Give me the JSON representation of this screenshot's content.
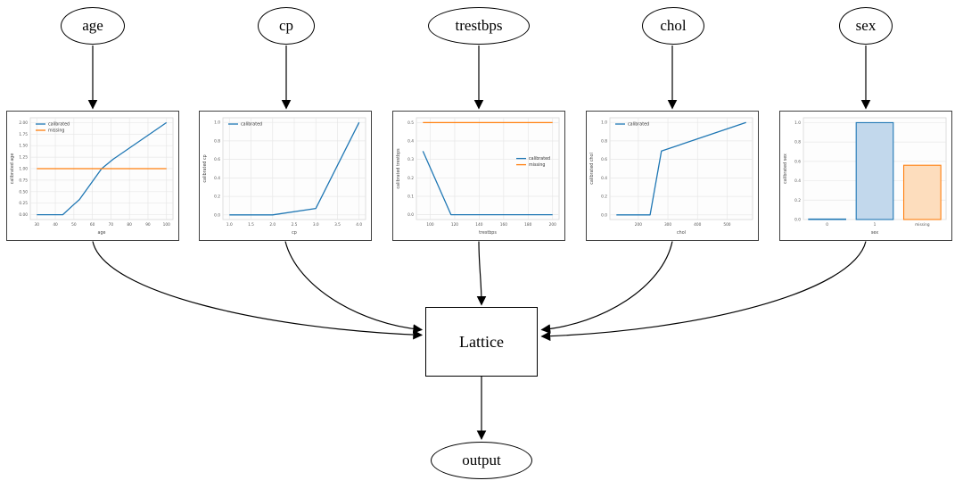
{
  "diagram": {
    "input_nodes": [
      {
        "label": "age"
      },
      {
        "label": "cp"
      },
      {
        "label": "trestbps"
      },
      {
        "label": "chol"
      },
      {
        "label": "sex"
      }
    ],
    "lattice_node_label": "Lattice",
    "output_node_label": "output"
  },
  "colors": {
    "calibrated": "#1f77b4",
    "missing": "#ff7f0e",
    "bar_fill_blue": "#c2d8ec",
    "bar_fill_orange": "#fdddbd",
    "edge": "#000000",
    "panel_border": "#404040",
    "grid": "#e7e7e7",
    "plot_frame": "#d6d6d6",
    "tick_text": "#555555",
    "label_text": "#444444"
  },
  "chart_data": [
    {
      "type": "line",
      "feature": "age",
      "xlabel": "age",
      "ylabel": "calibrated age",
      "xlim": [
        26.5,
        103.5
      ],
      "ylim": [
        -0.105,
        2.105
      ],
      "xticks": [
        30,
        40,
        50,
        60,
        70,
        80,
        90,
        100
      ],
      "xtick_labels": [
        "30",
        "40",
        "50",
        "60",
        "70",
        "80",
        "90",
        "100"
      ],
      "yticks": [
        0,
        0.25,
        0.5,
        0.75,
        1.0,
        1.25,
        1.5,
        1.75,
        2.0
      ],
      "ytick_labels": [
        "0.00",
        "0.25",
        "0.50",
        "0.75",
        "1.00",
        "1.25",
        "1.50",
        "1.75",
        "2.00"
      ],
      "grid": true,
      "legend": {
        "position": "top-left",
        "entries": [
          "calibrated",
          "missing"
        ]
      },
      "series": [
        {
          "name": "calibrated",
          "color_key": "calibrated",
          "points": [
            [
              30,
              0
            ],
            [
              44,
              0
            ],
            [
              50,
              0.22
            ],
            [
              53,
              0.33
            ],
            [
              65,
              1.0
            ],
            [
              71,
              1.2
            ],
            [
              100,
              2.0
            ]
          ]
        },
        {
          "name": "missing",
          "color_key": "missing",
          "points": [
            [
              30,
              1.0
            ],
            [
              100,
              1.0
            ]
          ]
        }
      ]
    },
    {
      "type": "line",
      "feature": "cp",
      "xlabel": "cp",
      "ylabel": "calibrated cp",
      "xlim": [
        0.85,
        4.15
      ],
      "ylim": [
        -0.05,
        1.05
      ],
      "xticks": [
        1.0,
        1.5,
        2.0,
        2.5,
        3.0,
        3.5,
        4.0
      ],
      "xtick_labels": [
        "1.0",
        "1.5",
        "2.0",
        "2.5",
        "3.0",
        "3.5",
        "4.0"
      ],
      "yticks": [
        0,
        0.2,
        0.4,
        0.6,
        0.8,
        1.0
      ],
      "ytick_labels": [
        "0.0",
        "0.2",
        "0.4",
        "0.6",
        "0.8",
        "1.0"
      ],
      "grid": true,
      "legend": {
        "position": "top-left",
        "entries": [
          "calibrated"
        ]
      },
      "series": [
        {
          "name": "calibrated",
          "color_key": "calibrated",
          "points": [
            [
              1.0,
              0
            ],
            [
              2.0,
              0
            ],
            [
              3.0,
              0.07
            ],
            [
              4.0,
              1.0
            ]
          ]
        }
      ]
    },
    {
      "type": "line",
      "feature": "trestbps",
      "xlabel": "trestbps",
      "ylabel": "calibrated trestbps",
      "xlim": [
        88.7,
        205.3
      ],
      "ylim": [
        -0.026,
        0.526
      ],
      "xticks": [
        100,
        120,
        140,
        160,
        180,
        200
      ],
      "xtick_labels": [
        "100",
        "120",
        "140",
        "160",
        "180",
        "200"
      ],
      "yticks": [
        0,
        0.1,
        0.2,
        0.3,
        0.4,
        0.5
      ],
      "ytick_labels": [
        "0.0",
        "0.1",
        "0.2",
        "0.3",
        "0.4",
        "0.5"
      ],
      "grid": true,
      "legend": {
        "position": "center-right",
        "entries": [
          "calibrated",
          "missing"
        ]
      },
      "series": [
        {
          "name": "calibrated",
          "color_key": "calibrated",
          "points": [
            [
              94,
              0.345
            ],
            [
              117,
              0
            ],
            [
              200,
              0
            ]
          ]
        },
        {
          "name": "missing",
          "color_key": "missing",
          "points": [
            [
              94,
              0.5
            ],
            [
              200,
              0.5
            ]
          ]
        }
      ]
    },
    {
      "type": "line",
      "feature": "chol",
      "xlabel": "chol",
      "ylabel": "calibrated chol",
      "xlim": [
        104,
        586
      ],
      "ylim": [
        -0.05,
        1.05
      ],
      "xticks": [
        200,
        300,
        400,
        500
      ],
      "xtick_labels": [
        "200",
        "300",
        "400",
        "500"
      ],
      "yticks": [
        0,
        0.2,
        0.4,
        0.6,
        0.8,
        1.0
      ],
      "ytick_labels": [
        "0.0",
        "0.2",
        "0.4",
        "0.6",
        "0.8",
        "1.0"
      ],
      "grid": true,
      "legend": {
        "position": "top-left",
        "entries": [
          "calibrated"
        ]
      },
      "series": [
        {
          "name": "calibrated",
          "color_key": "calibrated",
          "points": [
            [
              126,
              0
            ],
            [
              240,
              0
            ],
            [
              278,
              0.69
            ],
            [
              564,
              1.0
            ]
          ]
        }
      ]
    },
    {
      "type": "bar",
      "feature": "sex",
      "xlabel": "sex",
      "ylabel": "calibrated sex",
      "categories": [
        "0",
        "1",
        "missing"
      ],
      "values": [
        0.005,
        1.0,
        0.56
      ],
      "bar_fill_keys": [
        "bar_fill_blue",
        "bar_fill_blue",
        "bar_fill_orange"
      ],
      "bar_edge_keys": [
        "calibrated",
        "calibrated",
        "missing"
      ],
      "ylim": [
        0,
        1.05
      ],
      "yticks": [
        0,
        0.2,
        0.4,
        0.6,
        0.8,
        1.0
      ],
      "ytick_labels": [
        "0.0",
        "0.2",
        "0.4",
        "0.6",
        "0.8",
        "1.0"
      ],
      "grid": true,
      "legend": null,
      "series": []
    }
  ]
}
